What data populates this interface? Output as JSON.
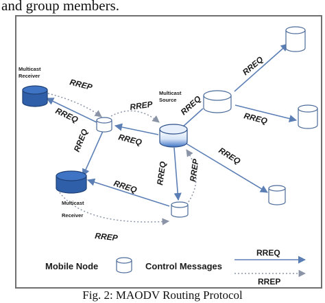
{
  "header_text": "and group members.",
  "caption": "Fig. 2: MAODV Routing Protocol",
  "labels": {
    "rreq": "RREQ",
    "rrep": "RREP",
    "multicast": "Multicast",
    "receiver": "Receiver",
    "source": "Source"
  },
  "legend": {
    "mobile_node": "Mobile Node",
    "control_messages": "Control Messages",
    "rreq": "RREQ",
    "rrep": "RREP"
  },
  "colors": {
    "receiver_fill": "#2e5fa8",
    "solid_arrow": "#5b7fb5",
    "dotted_arrow": "#8a94a6"
  }
}
